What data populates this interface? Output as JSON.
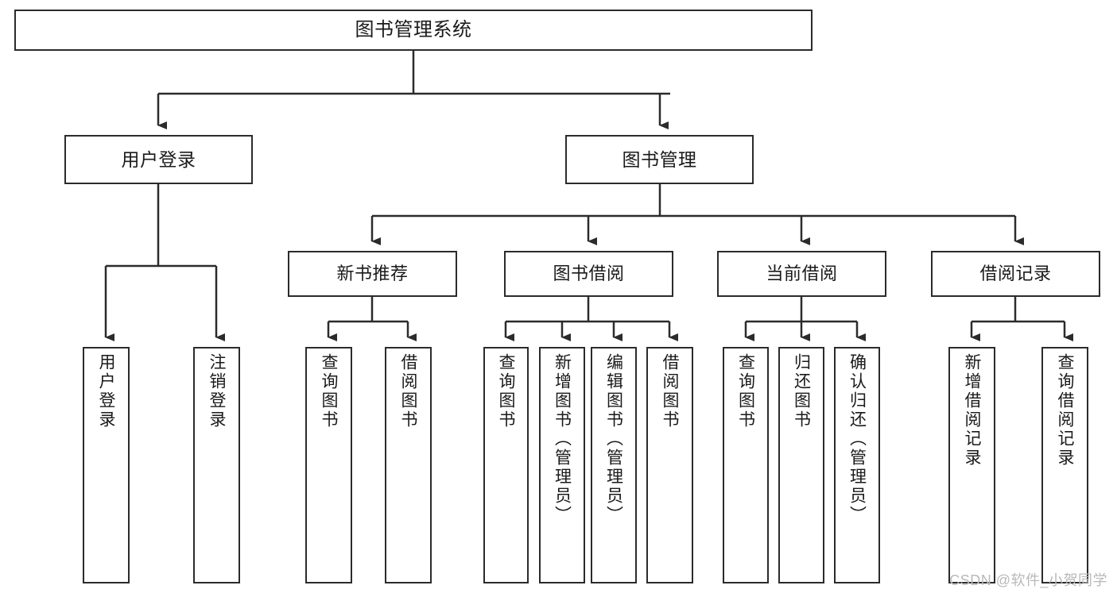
{
  "diagram": {
    "type": "hierarchy-tree",
    "title": "图书管理系统",
    "watermark": "CSDN @软件_小贺同学",
    "colors": {
      "box_border": "#2b2b2b",
      "box_fill": "#ffffff",
      "connector": "#2b2b2b",
      "text": "#1a1a1a",
      "watermark": "#b9b9b9",
      "background": "#ffffff"
    },
    "nodes": {
      "root": {
        "label": "图书管理系统"
      },
      "level1": [
        {
          "label": "用户登录"
        },
        {
          "label": "图书管理"
        }
      ],
      "level2": [
        {
          "label": "新书推荐"
        },
        {
          "label": "图书借阅"
        },
        {
          "label": "当前借阅"
        },
        {
          "label": "借阅记录"
        }
      ],
      "leaves": {
        "user_login": [
          {
            "label": "用户登录"
          },
          {
            "label": "注销登录"
          }
        ],
        "new_book": [
          {
            "label": "查询图书"
          },
          {
            "label": "借阅图书"
          }
        ],
        "book_borrow": [
          {
            "label": "查询图书"
          },
          {
            "label": "新增图书（管理员）"
          },
          {
            "label": "编辑图书（管理员）"
          },
          {
            "label": "借阅图书"
          }
        ],
        "current_borrow": [
          {
            "label": "查询图书"
          },
          {
            "label": "归还图书"
          },
          {
            "label": "确认归还（管理员）"
          }
        ],
        "borrow_record": [
          {
            "label": "新增借阅记录"
          },
          {
            "label": "查询借阅记录"
          }
        ]
      }
    }
  }
}
